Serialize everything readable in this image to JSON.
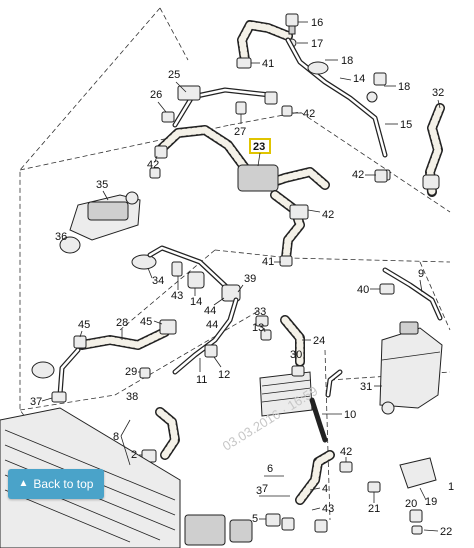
{
  "diagram": {
    "highlight_color": "#e0c400",
    "callouts": {
      "c1": "1",
      "c2": "2",
      "c3": "3",
      "c4": "4",
      "c5": "5",
      "c6": "6",
      "c7": "7",
      "c8": "8",
      "c9": "9",
      "c10": "10",
      "c11": "11",
      "c12": "12",
      "c13": "13",
      "c14": "14",
      "c15": "15",
      "c16": "16",
      "c17": "17",
      "c18": "18",
      "c19": "19",
      "c20": "20",
      "c21": "21",
      "c22": "22",
      "c23": "23",
      "c24": "24",
      "c25": "25",
      "c26": "26",
      "c27": "27",
      "c28": "28",
      "c29": "29",
      "c30": "30",
      "c31": "31",
      "c32": "32",
      "c33": "33",
      "c34": "34",
      "c35": "35",
      "c36": "36",
      "c37": "37",
      "c38": "38",
      "c39": "39",
      "c40": "40",
      "c41": "41",
      "c42": "42",
      "c43": "43",
      "c44": "44",
      "c45": "45"
    },
    "watermark": "03.03.2016 · 16:59"
  },
  "back_to_top": {
    "label": "Back to top",
    "icon": "chevron-up-icon"
  }
}
